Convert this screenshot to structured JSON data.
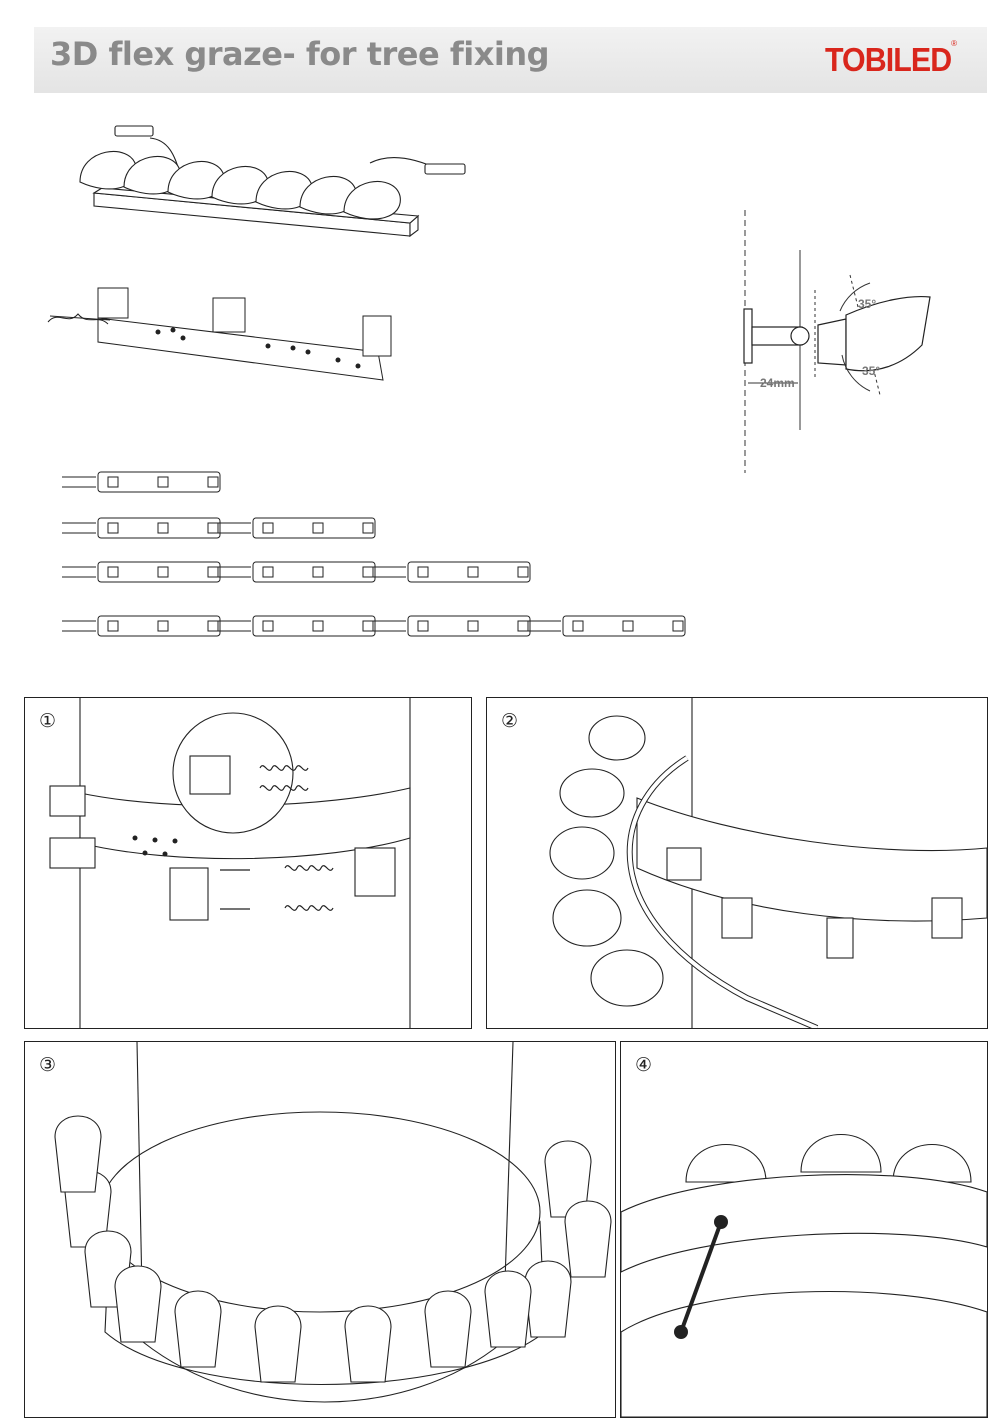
{
  "header": {
    "title": "3D flex graze- for tree fixing",
    "logo": "TOBILED",
    "logo_mark": "®"
  },
  "angle_diagram": {
    "angle_top": "35°",
    "angle_bottom": "35°",
    "offset": "24mm"
  },
  "steps": [
    {
      "number": "①"
    },
    {
      "number": "②"
    },
    {
      "number": "③"
    },
    {
      "number": "④"
    }
  ],
  "strip_rows": [
    1,
    2,
    3,
    4
  ],
  "colors": {
    "logo_red": "#d9261c",
    "title_grey": "#8a8a8a",
    "header_bg": "#e8e8e8"
  }
}
